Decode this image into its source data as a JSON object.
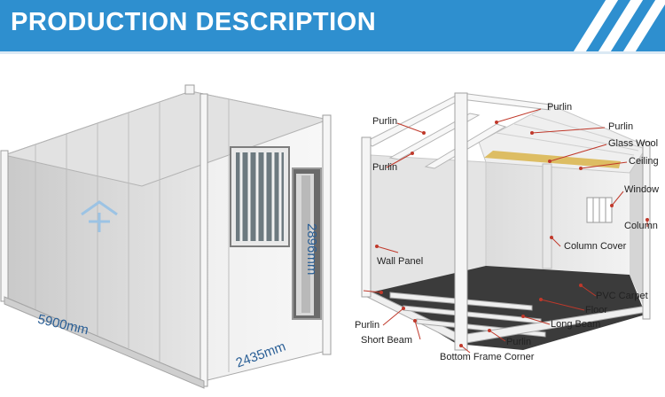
{
  "banner": {
    "title": "PRODUCTION DESCRIPTION"
  },
  "dimensions": {
    "length": "5900mm",
    "width": "2435mm",
    "height": "2896mm"
  },
  "labels": {
    "purlin_top_left": "Purlin",
    "purlin_top": "Purlin",
    "purlin_top_right": "Purlin",
    "purlin_mid_left": "Purlin",
    "glass_wool": "Glass Wool",
    "ceiling": "Ceiling",
    "window": "Window",
    "column": "Column",
    "wall_panel": "Wall Panel",
    "column_cover": "Column Cover",
    "pvc_carpet": "PVC Carpet",
    "floor": "Floor",
    "long_beam": "Long Beam",
    "purlin_bottom_left": "Purlin",
    "short_beam": "Short Beam",
    "purlin_bottom": "Purlin",
    "bottom_frame_corner": "Bottom Frame Corner"
  },
  "colors": {
    "banner": "#2e8fcf",
    "leader": "#c0392b",
    "dimension_text": "#2a5f96"
  }
}
